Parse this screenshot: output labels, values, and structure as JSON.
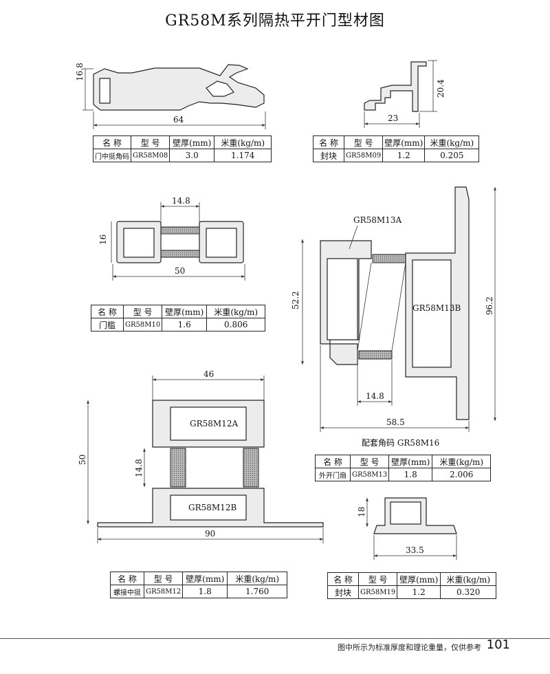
{
  "title": "GR58M系列隔热平开门型材图",
  "header": {
    "name": "名 称",
    "model": "型 号",
    "thickness": "壁厚(mm)",
    "weight": "米重(kg/m)"
  },
  "profiles": {
    "m08": {
      "name": "门中挺角码",
      "model": "GR58M08",
      "thickness": "3.0",
      "weight": "1.174",
      "dims": {
        "width": "64",
        "height": "16.8"
      }
    },
    "m09": {
      "name": "封块",
      "model": "GR58M09",
      "thickness": "1.2",
      "weight": "0.205",
      "dims": {
        "width": "23",
        "height": "20.4"
      }
    },
    "m10": {
      "name": "门槛",
      "model": "GR58M10",
      "thickness": "1.6",
      "weight": "0.806",
      "dims": {
        "width": "50",
        "height": "16",
        "gap": "14.8"
      }
    },
    "m13": {
      "name": "外开门扇",
      "model": "GR58M13",
      "thickness": "1.8",
      "weight": "2.006",
      "labels": {
        "a": "GR58M13A",
        "b": "GR58M13B"
      },
      "dims": {
        "height_inner": "52.2",
        "height_total": "96.2",
        "gap": "14.8",
        "width": "58.5"
      },
      "note": "配套角码 GR58M16"
    },
    "m12": {
      "name": "螺接中挺",
      "model": "GR58M12",
      "thickness": "1.8",
      "weight": "1.760",
      "labels": {
        "a": "GR58M12A",
        "b": "GR58M12B"
      },
      "dims": {
        "top_width": "46",
        "height": "50",
        "gap": "14.8",
        "width": "90"
      }
    },
    "m19": {
      "name": "封块",
      "model": "GR58M19",
      "thickness": "1.2",
      "weight": "0.320",
      "dims": {
        "width": "33.5",
        "height": "18"
      }
    }
  },
  "footer": {
    "note": "图中所示为标准厚度和理论重量，仅供参考",
    "page": "101"
  }
}
